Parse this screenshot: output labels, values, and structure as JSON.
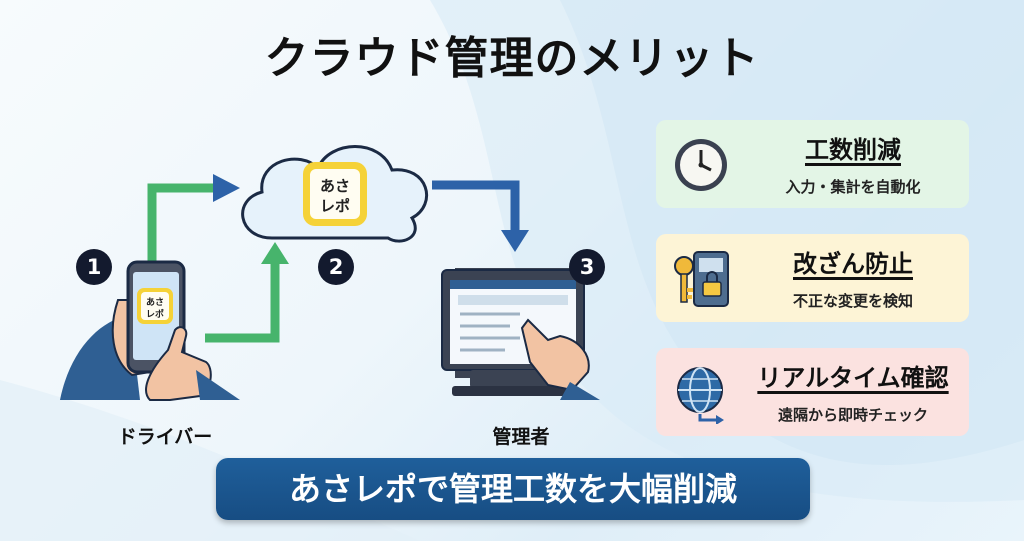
{
  "title": "クラウド管理のメリット",
  "steps": [
    {
      "number": "1",
      "label": "ドライバー"
    },
    {
      "number": "2",
      "label": ""
    },
    {
      "number": "3",
      "label": "管理者"
    }
  ],
  "app_logo_text": "あさレポ",
  "benefits": [
    {
      "heading": "工数削減",
      "sub": "入力・集計を自動化",
      "icon": "clock-icon",
      "color": "#e3f5e6"
    },
    {
      "heading": "改ざん防止",
      "sub": "不正な変更を検知",
      "icon": "key-lock-icon",
      "color": "#fdf4d6"
    },
    {
      "heading": "リアルタイム確認",
      "sub": "遠隔から即時チェック",
      "icon": "globe-icon",
      "color": "#fbe2e0"
    }
  ],
  "banner": "あさレポで管理工数を大幅削減",
  "colors": {
    "arrow_green": "#47b46c",
    "arrow_blue": "#2d62a8",
    "banner": "#1a5690"
  }
}
